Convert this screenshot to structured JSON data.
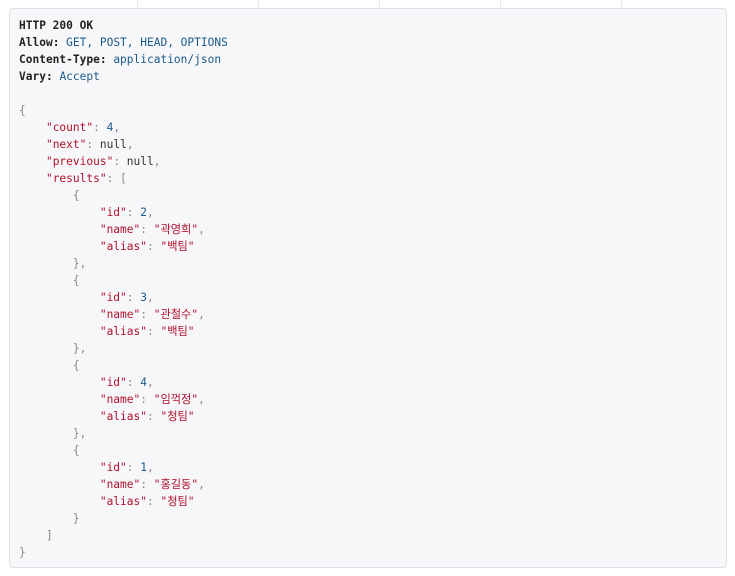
{
  "response": {
    "status_line": "HTTP 200 OK",
    "headers": [
      {
        "name": "Allow",
        "value": "GET, POST, HEAD, OPTIONS"
      },
      {
        "name": "Content-Type",
        "value": "application/json"
      },
      {
        "name": "Vary",
        "value": "Accept"
      }
    ]
  },
  "body": {
    "keys": {
      "count": "\"count\"",
      "next": "\"next\"",
      "previous": "\"previous\"",
      "results": "\"results\"",
      "id": "\"id\"",
      "name": "\"name\"",
      "alias": "\"alias\""
    },
    "count": "4",
    "next": "null",
    "previous": "null",
    "results": [
      {
        "id": "2",
        "name": "\"곽영희\"",
        "alias": "\"백팀\""
      },
      {
        "id": "3",
        "name": "\"관철수\"",
        "alias": "\"백팀\""
      },
      {
        "id": "4",
        "name": "\"임꺽정\"",
        "alias": "\"청팀\""
      },
      {
        "id": "1",
        "name": "\"홍길동\"",
        "alias": "\"청팀\""
      }
    ]
  }
}
